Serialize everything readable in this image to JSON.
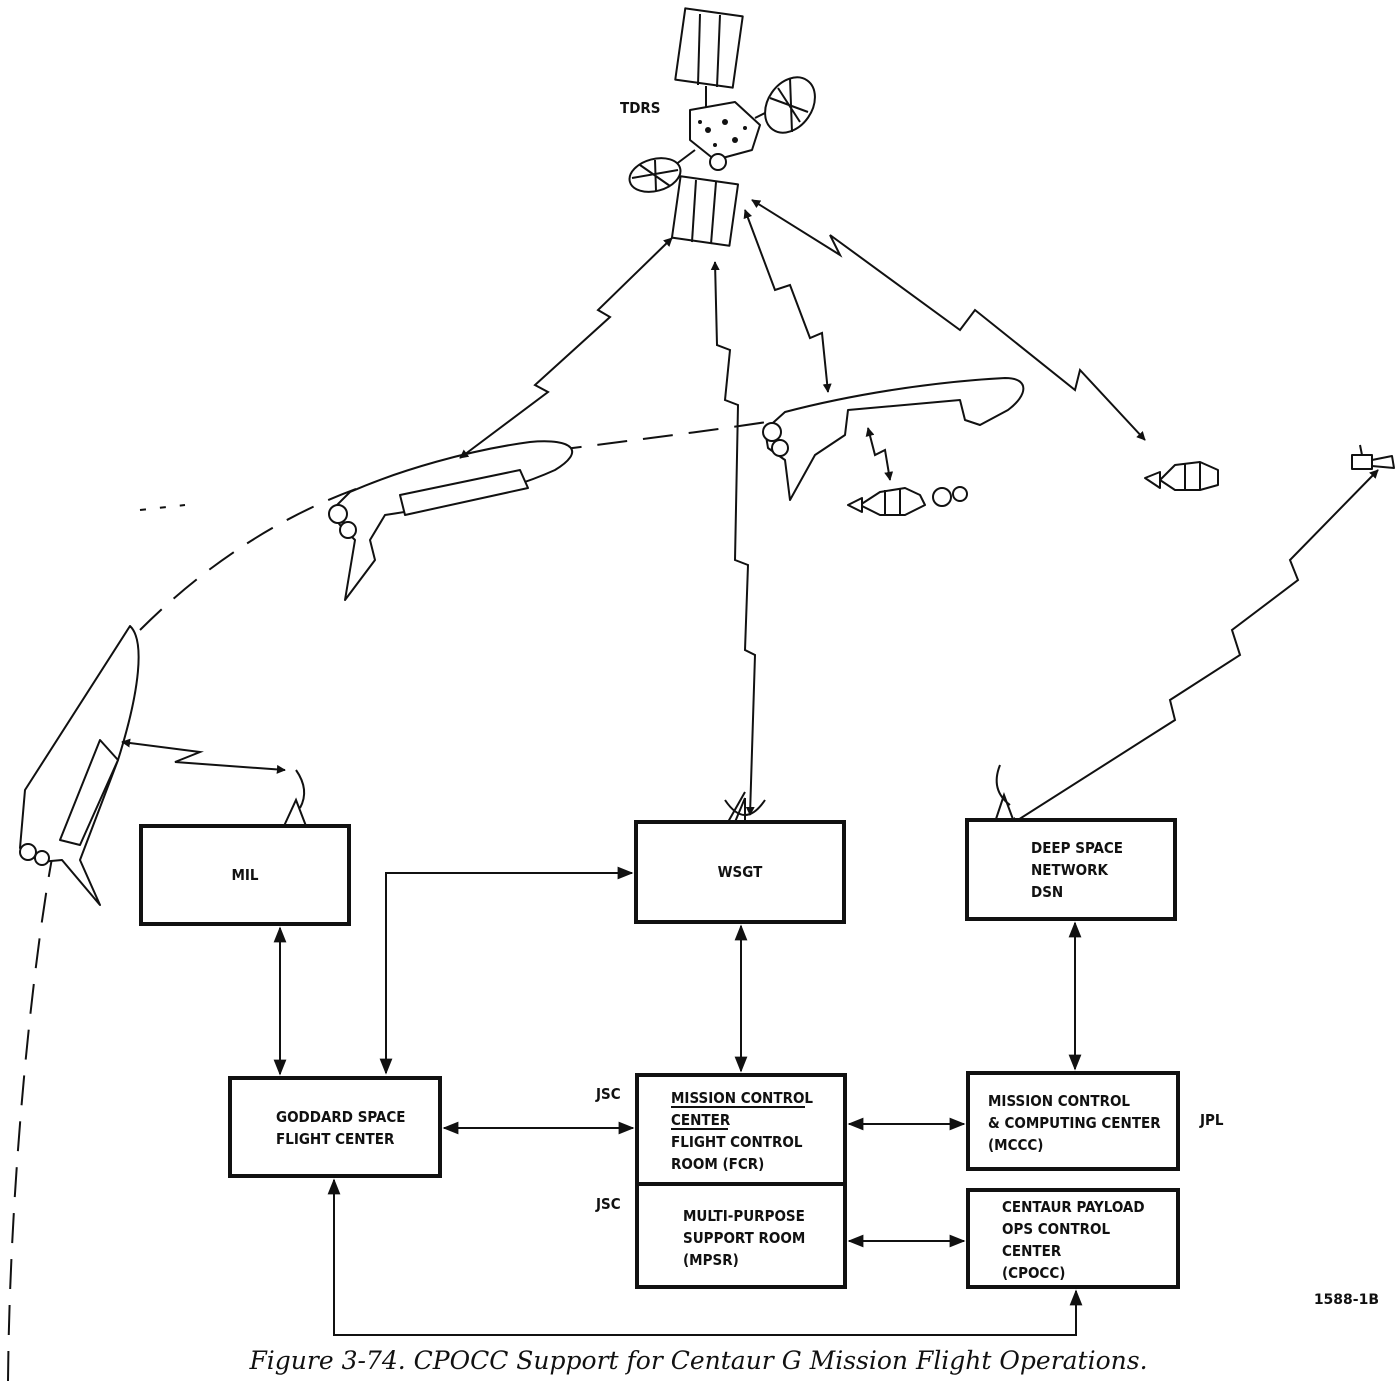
{
  "labels": {
    "tdrs": "TDRS",
    "mil": "MIL",
    "wsgt": "WSGT",
    "dsn": [
      "DEEP SPACE",
      "NETWORK",
      "DSN"
    ],
    "goddard": [
      "GODDARD SPACE",
      "FLIGHT CENTER"
    ],
    "jsc_top": "JSC",
    "jsc_bottom": "JSC",
    "jpl": "JPL",
    "mcc_title": [
      "MISSION CONTROL",
      "CENTER"
    ],
    "fcr": [
      "FLIGHT CONTROL",
      "ROOM (FCR)"
    ],
    "mpsr": [
      "MULTI-PURPOSE",
      "SUPPORT ROOM",
      "(MPSR)"
    ],
    "mccc": [
      "MISSION CONTROL",
      "& COMPUTING CENTER",
      "(MCCC)"
    ],
    "cpocc": [
      "CENTAUR PAYLOAD",
      "OPS CONTROL",
      "CENTER",
      "(CPOCC)"
    ]
  },
  "figure_id": "1588-1B",
  "caption": "Figure 3-74. CPOCC Support for Centaur G Mission Flight Operations."
}
